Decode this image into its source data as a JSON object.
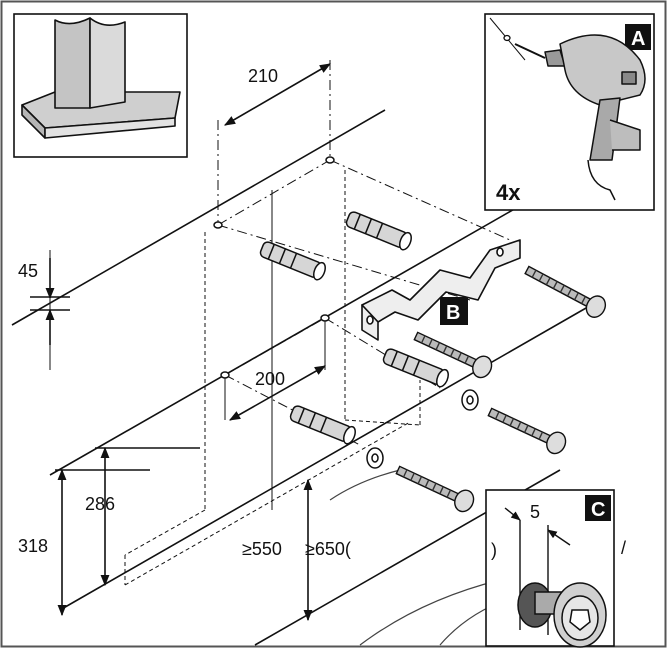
{
  "dimensions": {
    "d210": "210",
    "d45": "45",
    "d200": "200",
    "d286": "286",
    "d318": "318",
    "d550": "≥550",
    "d650": "≥650(",
    "d5": "5",
    "paren": ")",
    "slash": "/"
  },
  "labels": {
    "a": "A",
    "b": "B",
    "c": "C",
    "count": "4x"
  },
  "icons": {
    "hood": "chimney-hood-icon",
    "drill": "power-drill-icon",
    "bracket": "mounting-bracket-icon",
    "screw": "screw-icon",
    "dowel": "wall-plug-icon"
  },
  "colors": {
    "line": "#111111",
    "badge": "#111111",
    "gray": "#8a8a8a",
    "light": "#d6d6d6"
  }
}
